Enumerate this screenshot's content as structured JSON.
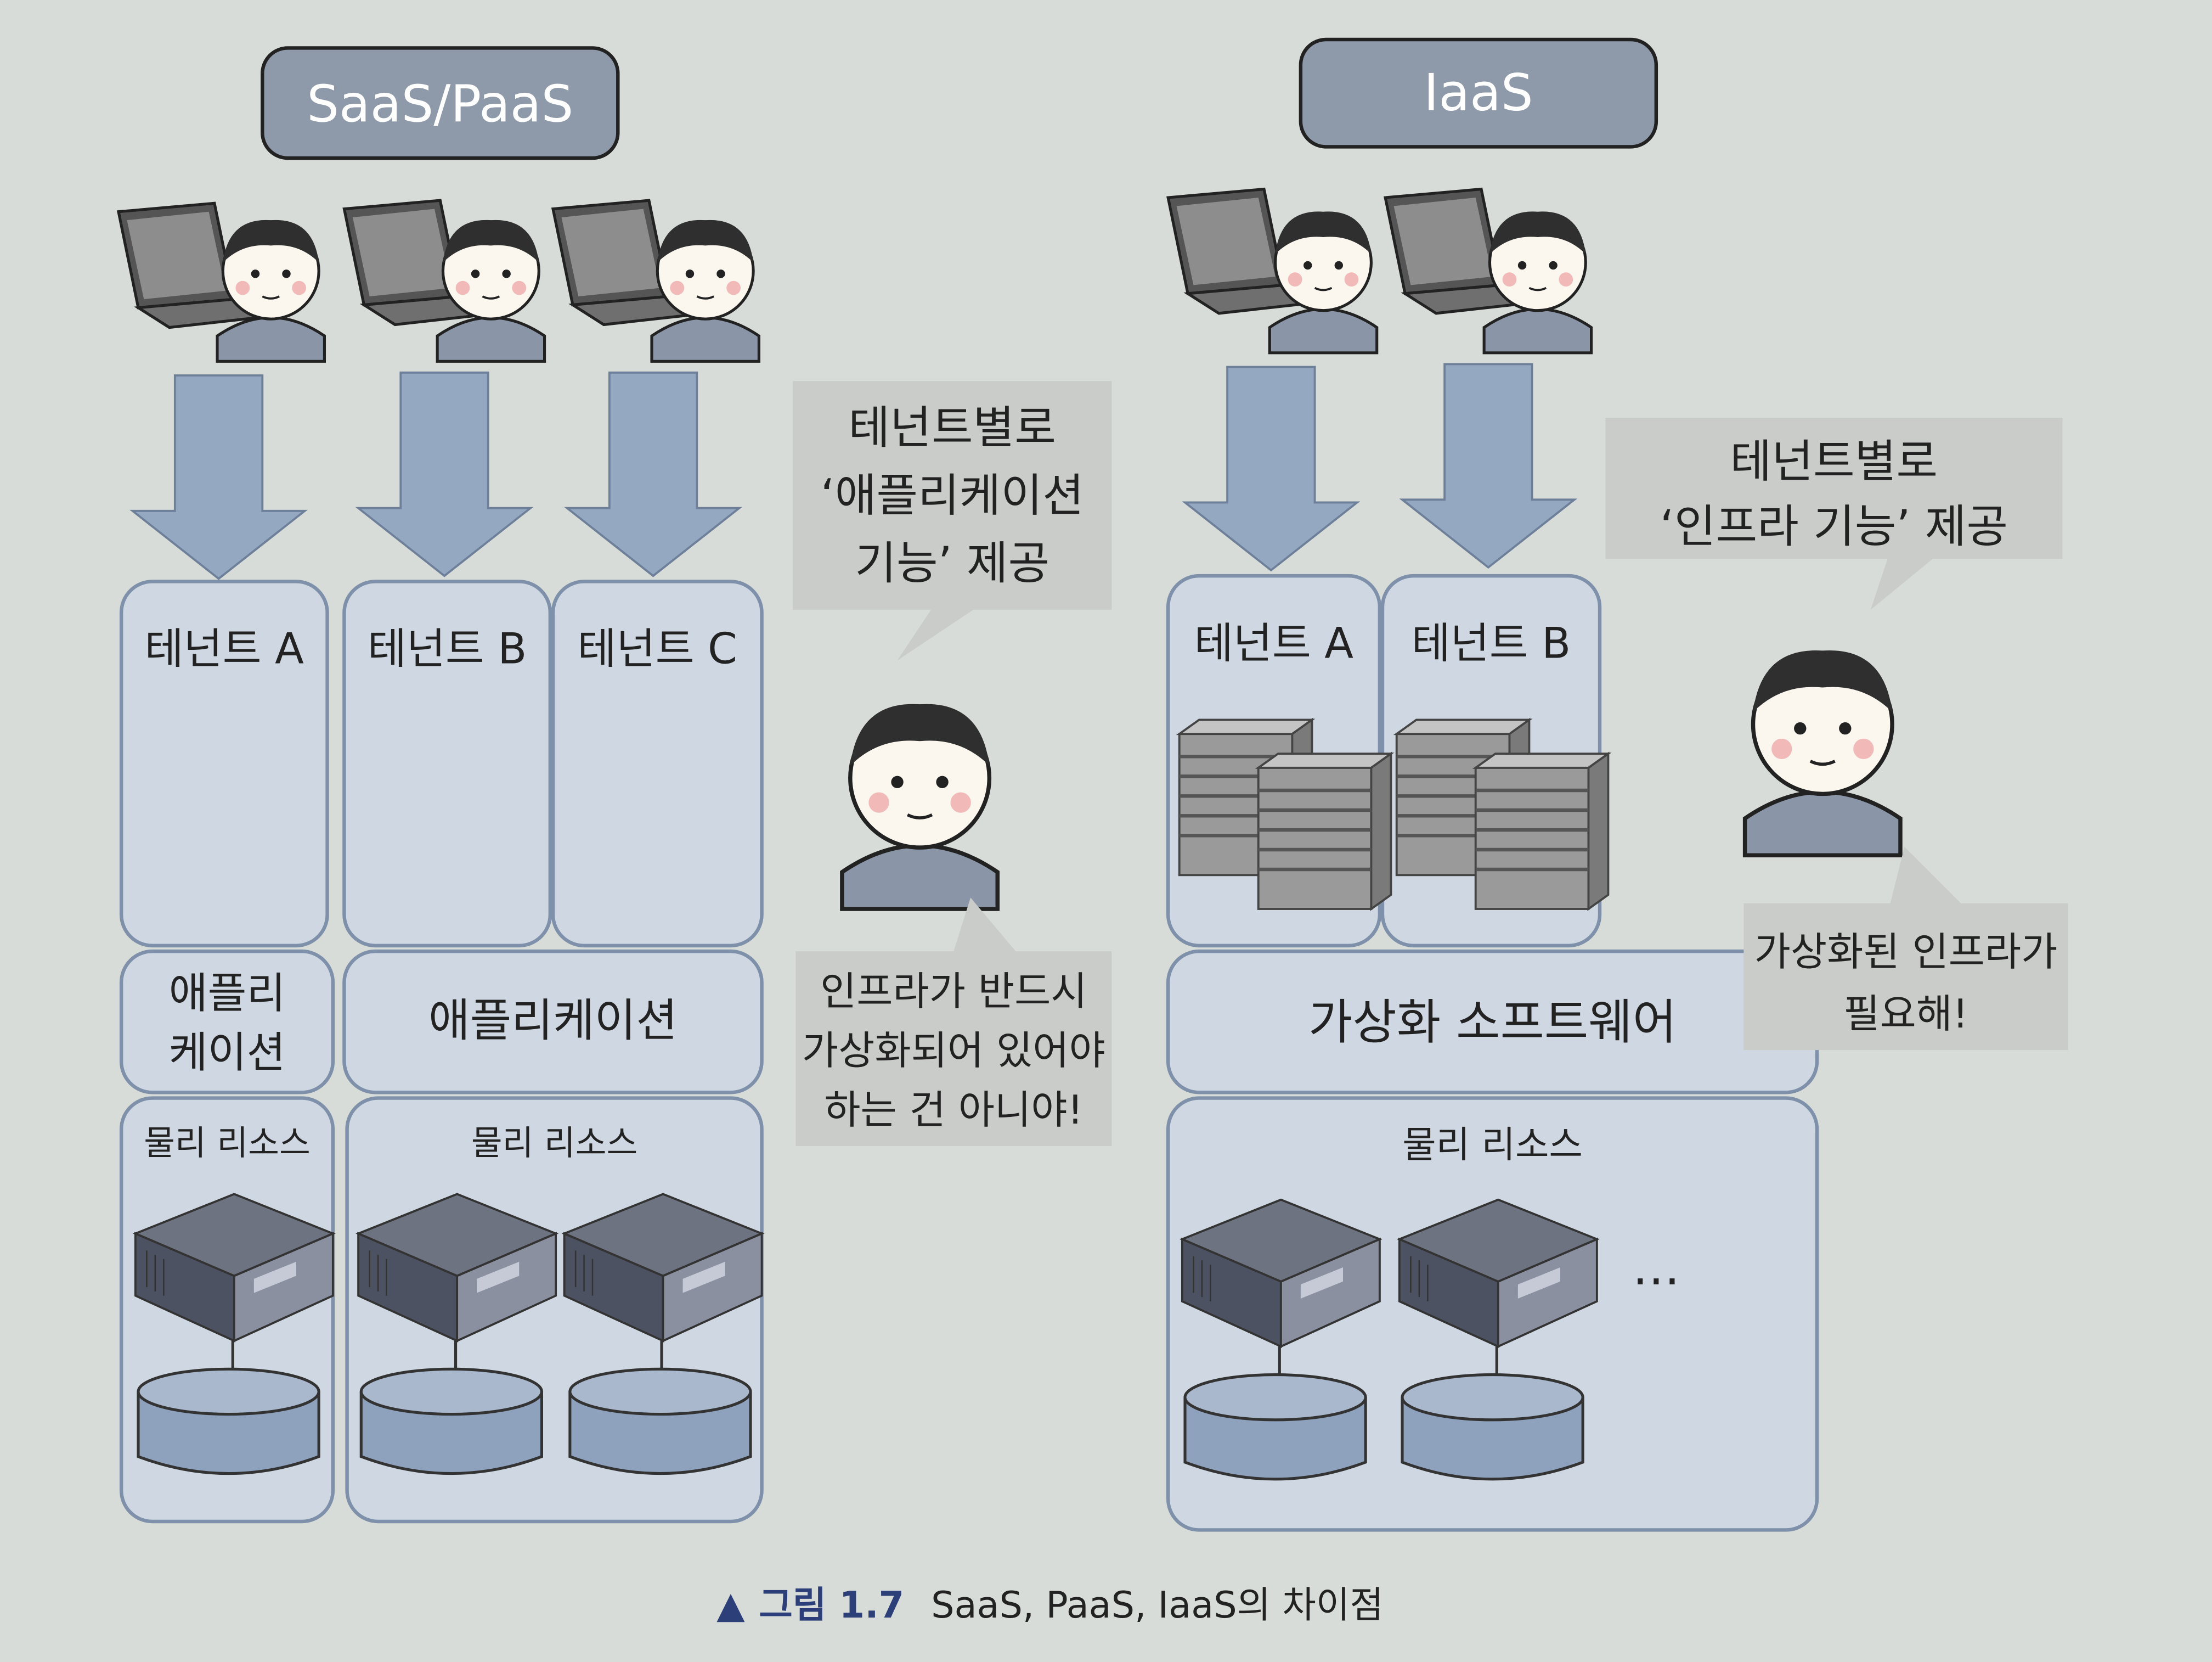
{
  "saas": {
    "title": "SaaS/PaaS",
    "tenants": [
      "테넌트 A",
      "테넌트 B",
      "테넌트 C"
    ],
    "app_a_line1": "애플리",
    "app_a_line2": "케이션",
    "app_bc": "애플리케이션",
    "resource_a": "물리 리소스",
    "resource_bc": "물리 리소스",
    "bubble_top": [
      "테넌트별로",
      "‘애플리케이션",
      "기능’ 제공"
    ],
    "bubble_bottom": [
      "인프라가 반드시",
      "가상화되어 있어야",
      "하는 건 아니야!"
    ]
  },
  "iaas": {
    "title": "IaaS",
    "tenants": [
      "테넌트 A",
      "테넌트 B"
    ],
    "virtualization": "가상화 소프트웨어",
    "resource": "물리 리소스",
    "ellipsis": "…",
    "bubble_top": [
      "테넌트별로",
      "‘인프라 기능’ 제공"
    ],
    "bubble_bottom": [
      "가상화된 인프라가",
      "필요해!"
    ]
  },
  "caption": {
    "marker": "▲",
    "label": "그림 1.7",
    "text": "SaaS, PaaS, IaaS의 차이점"
  },
  "colors": {
    "background": "#d7dcd8",
    "panel": "#cfd8e2",
    "panel_border": "#7f91aa",
    "arrow": "#95a8c2",
    "title_fill": "#8e9aaa",
    "bubble": "#c9ccc8"
  }
}
